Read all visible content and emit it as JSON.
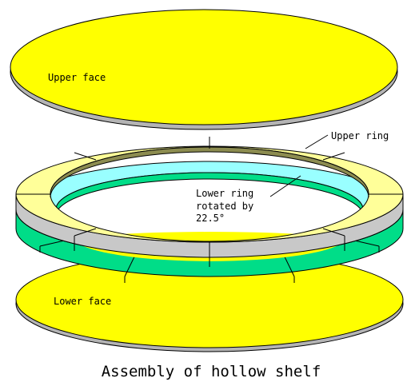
{
  "labels": {
    "upper_face": "Upper face",
    "upper_ring": "Upper ring",
    "lower_ring_line1": "Lower ring",
    "lower_ring_line2": "rotated by",
    "lower_ring_line3": "22.5°",
    "lower_face": "Lower face"
  },
  "caption": "Assembly of hollow shelf",
  "colors": {
    "face_yellow": "#ffff00",
    "face_edge": "#b4b4b4",
    "upper_ring_top": "#ffff99",
    "upper_ring_inner": "#8c8c50",
    "upper_ring_edge": "#c8c8c8",
    "lower_ring_top": "#99ffff",
    "lower_ring_side": "#00dd88",
    "outline": "#000000"
  }
}
